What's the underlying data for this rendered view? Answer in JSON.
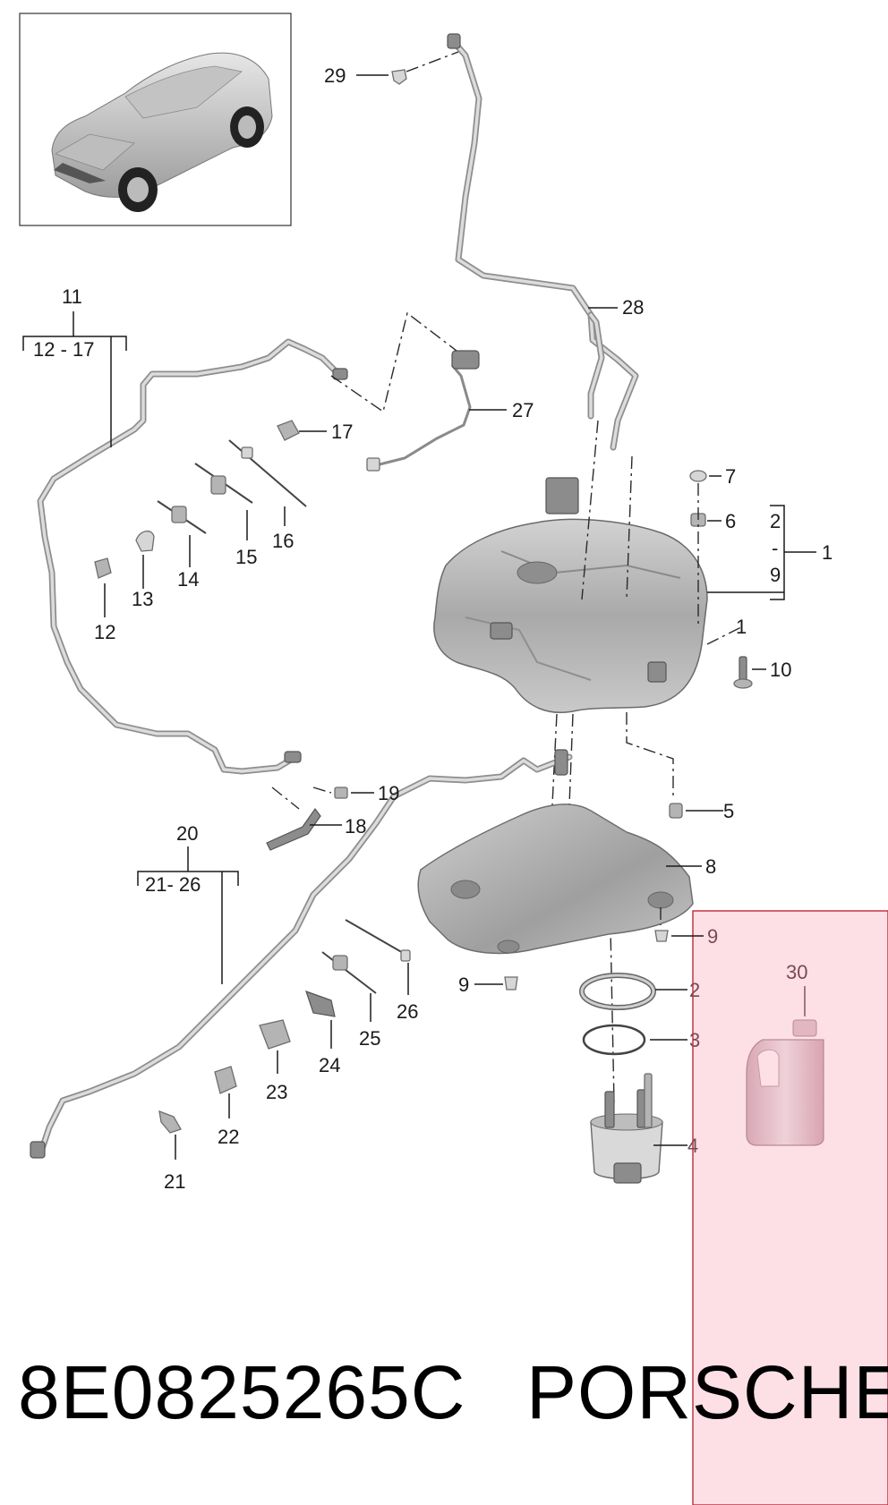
{
  "callouts": {
    "c1": "1",
    "c2": "2",
    "c3": "3",
    "c4": "4",
    "c5": "5",
    "c6": "6",
    "c7": "7",
    "c8": "8",
    "c9a": "9",
    "c9b": "9",
    "c10": "10",
    "c11": "11",
    "c12": "12",
    "c13": "13",
    "c14": "14",
    "c15": "15",
    "c16": "16",
    "c17": "17",
    "c18": "18",
    "c19": "19",
    "c20": "20",
    "c21": "21",
    "c22": "22",
    "c23": "23",
    "c24": "24",
    "c25": "25",
    "c26": "26",
    "c27": "27",
    "c28": "28",
    "c29": "29",
    "c30": "30"
  },
  "groups": {
    "g11_range": "12 - 17",
    "g20_range": "21- 26",
    "g1_top": "2",
    "g1_mid": "-",
    "g1_bot": "9",
    "small_1": "1"
  },
  "footer": {
    "part_number": "8E0825265C",
    "brand": "PORSCHE"
  },
  "colors": {
    "highlight_fill": "#fde0e6",
    "highlight_border": "#c0273a",
    "part_grey": "#b4b4b4",
    "bottle_pink": "#e9c3cd"
  }
}
